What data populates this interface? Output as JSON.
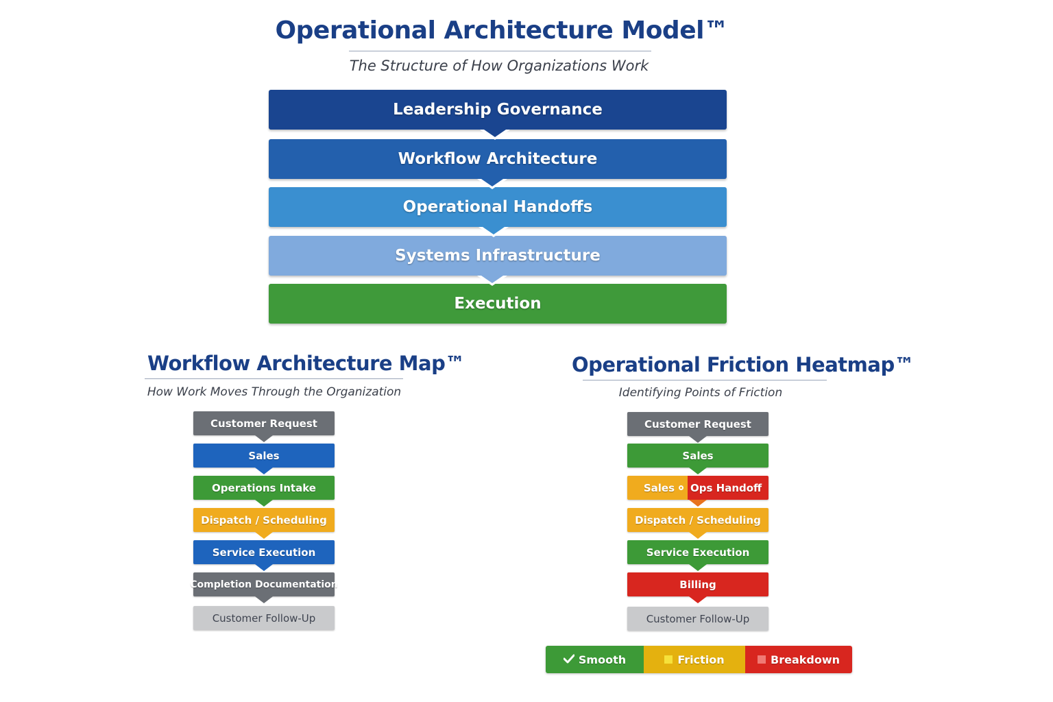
{
  "header": {
    "title": "Operational Architecture Model™",
    "subtitle": "The Structure of How Organizations Work"
  },
  "architecture": {
    "layers": [
      {
        "label": "Leadership Governance",
        "color": "#1a4590"
      },
      {
        "label": "Workflow Architecture",
        "color": "#2360ad"
      },
      {
        "label": "Operational Handoffs",
        "color": "#3a8fd0"
      },
      {
        "label": "Systems Infrastructure",
        "color": "#80aadd"
      },
      {
        "label": "Execution",
        "color": "#3f9a3a"
      }
    ]
  },
  "workflow_map": {
    "title": "Workflow Architecture Map™",
    "subtitle": "How Work Moves Through the Organization",
    "steps": [
      {
        "label": "Customer Request",
        "color": "#6b6f75"
      },
      {
        "label": "Sales",
        "color": "#1e64bd"
      },
      {
        "label": "Operations Intake",
        "color": "#3d9a37"
      },
      {
        "label": "Dispatch / Scheduling",
        "color": "#f0ab1e"
      },
      {
        "label": "Service Execution",
        "color": "#1e64bd"
      },
      {
        "label": "Completion Documentation",
        "color": "#6b6f75"
      },
      {
        "label": "Customer Follow-Up",
        "color": "#c9cacc"
      }
    ]
  },
  "friction_heatmap": {
    "title": "Operational Friction Heatmap™",
    "subtitle": "Identifying Points of Friction",
    "steps": [
      {
        "label": "Customer Request",
        "color": "#6b6f75"
      },
      {
        "label": "Sales",
        "color": "#3d9a37"
      },
      {
        "label_left": "Sales",
        "label_right": "Ops Handoff",
        "color_left": "#f0ab1e",
        "color_right": "#d8261f"
      },
      {
        "label": "Dispatch / Scheduling",
        "color": "#f0ab1e"
      },
      {
        "label": "Service Execution",
        "color": "#3d9a37"
      },
      {
        "label": "Billing",
        "color": "#d8261f"
      },
      {
        "label": "Customer Follow-Up",
        "color": "#c9cacc"
      }
    ]
  },
  "legend": {
    "items": [
      {
        "label": "Smooth",
        "color": "#3d9a37",
        "icon": "check-icon"
      },
      {
        "label": "Friction",
        "color": "#e4b10f",
        "icon": "yellow-square-icon"
      },
      {
        "label": "Breakdown",
        "color": "#d8261f",
        "icon": "red-square-icon"
      }
    ]
  }
}
